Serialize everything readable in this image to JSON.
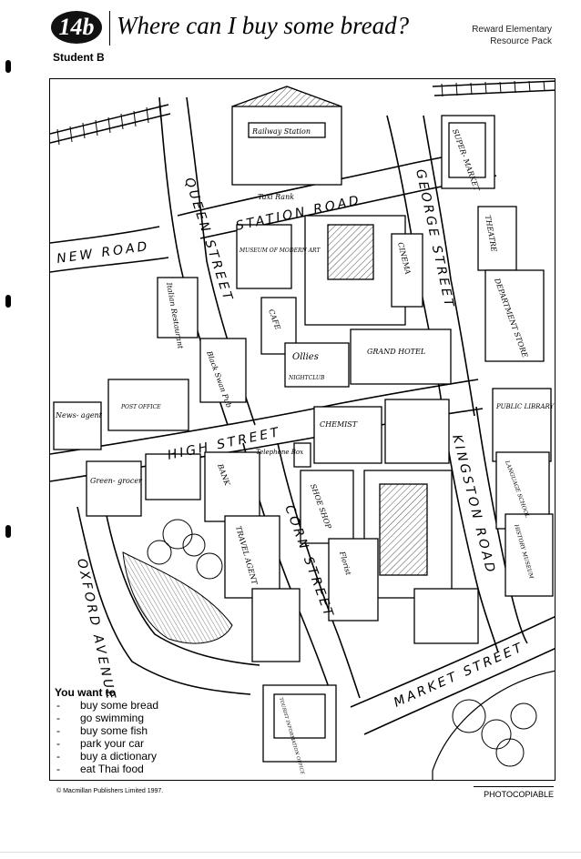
{
  "header": {
    "unit_badge": "14b",
    "title": "Where can I buy some bread?",
    "resource_pack_line1": "Reward Elementary",
    "resource_pack_line2": "Resource Pack",
    "student": "Student B"
  },
  "map": {
    "roads": {
      "new_road": "NEW ROAD",
      "queen_street": "QUEEN STREET",
      "station_road": "STATION ROAD",
      "george_street": "GEORGE STREET",
      "high_street": "HIGH STREET",
      "kingston_road": "KINGSTON ROAD",
      "corn_street": "CORN STREET",
      "oxford_avenue": "OXFORD AVENUE",
      "market_street": "MARKET STREET"
    },
    "buildings": {
      "railway_station": "Railway Station",
      "taxi_rank": "Taxi Rank",
      "supermarket": "SUPER- MARKET",
      "museum": "MUSEUM OF MODERN ART",
      "cinema": "CINEMA",
      "theatre": "THEATRE",
      "department_store": "DEPARTMENT STORE",
      "italian_restaurant": "Italian Restaurant",
      "cafe": "CAFE",
      "ollies": "Ollies",
      "nightclub": "NIGHTCLUB",
      "grand_hotel": "GRAND HOTEL",
      "black_swan_pub": "Black Swan Pub",
      "newsagent": "News- agent",
      "post_office": "POST OFFICE",
      "chemist": "CHEMIST",
      "public_library": "PUBLIC LIBRARY",
      "telephone_box": "Telephone Box",
      "greengrocer": "Green- grocer",
      "bank": "BANK",
      "language_school": "LANGUAGE SCHOOL",
      "shoe_shop": "SHOE SHOP",
      "travel_agent": "TRAVEL AGENT",
      "history_museum": "HISTORY MUSEUM",
      "florist": "Florist",
      "tourist_office": "TOURIST INFORMATION OFFICE"
    }
  },
  "task": {
    "heading": "You want to",
    "items": [
      "buy some bread",
      "go swimming",
      "buy some fish",
      "park your car",
      "buy a dictionary",
      "eat Thai food"
    ]
  },
  "footer": {
    "copyright": "© Macmillan Publishers Limited 1997.",
    "photocopiable": "PHOTOCOPIABLE"
  },
  "colors": {
    "ink": "#000000",
    "paper": "#ffffff",
    "shade": "#e6e6e6"
  }
}
